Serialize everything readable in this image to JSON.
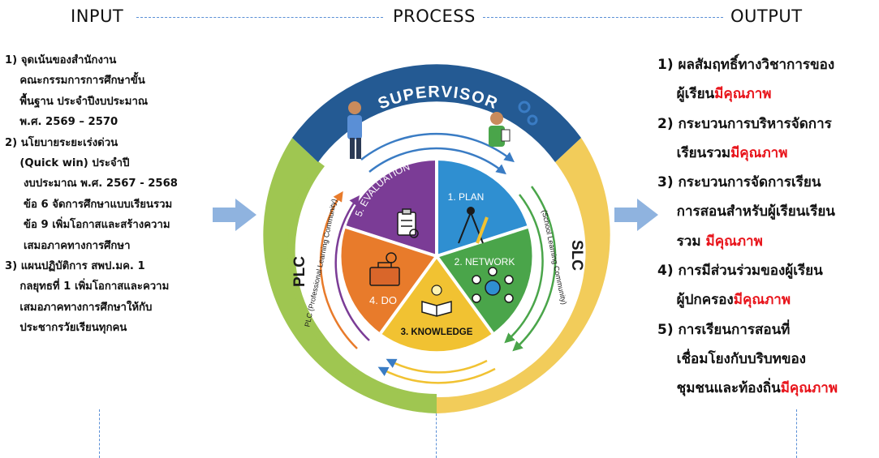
{
  "headers": {
    "input": "INPUT",
    "process": "PROCESS",
    "output": "OUTPUT"
  },
  "input_lines": [
    "1) จุดเน้นของสำนักงาน",
    "    คณะกรรมการการศึกษาขั้น",
    "    พื้นฐาน ประจำปีงบประมาณ",
    "    พ.ศ. 2569 – 2570",
    "2) นโยบายระยะเร่งด่วน",
    "    (Quick win) ประจำปี",
    "     งบประมาณ พ.ศ. 2567 - 2568",
    "     ข้อ 6 จัดการศึกษาแบบเรียนรวม",
    "     ข้อ 9 เพิ่มโอกาสและสร้างความ",
    "     เสมอภาคทางการศึกษา",
    "3) แผนปฏิบัติการ สพป.มค. 1",
    "    กลยุทธที่ 1 เพิ่มโอกาสและความ",
    "    เสมอภาคทางการศึกษาให้กับ",
    "    ประชากรวัยเรียนทุกคน"
  ],
  "output_items": [
    {
      "line1": "1) ผลสัมฤทธิ์ทางวิชาการของ",
      "line2": "    ผู้เรียน",
      "emph": "มีคุณภาพ"
    },
    {
      "line1": "2) กระบวนการบริหารจัดการ",
      "line2": "    เรียนรวม",
      "emph": "มีคุณภาพ"
    },
    {
      "line1": "3) กระบวนการจัดการเรียน",
      "line1b": "    การสอนสำหรับผู้เรียนเรียน",
      "line2": "    รวม ",
      "emph": "มีคุณภาพ"
    },
    {
      "line1": "4) การมีส่วนร่วมของผู้เรียน",
      "line2": "    ผู้ปกครอง",
      "emph": "มีคุณภาพ"
    },
    {
      "line1": "5) การเรียนการสอนที่",
      "line1b": "    เชื่อมโยงกับบริบทของ",
      "line2": "    ชุมชนและท้องถิ่น",
      "emph": "มีคุณภาพ"
    }
  ],
  "ring": {
    "supervisor": "SUPERVISOR",
    "plc_title": "PLC",
    "plc_sub": "PLC (Professional Learning Community)",
    "slc_title": "SLC",
    "slc_sub": "(School Learning Community)"
  },
  "segments": [
    {
      "label": "1. PLAN",
      "color": "#2f8fd1",
      "icon": "compass-pencil-icon"
    },
    {
      "label": "2. NETWORK",
      "color": "#4aa54a",
      "icon": "network-icon"
    },
    {
      "label": "3. KNOWLEDGE",
      "color": "#f1c232",
      "icon": "book-bulb-icon"
    },
    {
      "label": "4. DO",
      "color": "#e87b2b",
      "icon": "toolbox-icon"
    },
    {
      "label": "5. EVALUATION",
      "color": "#7b3c96",
      "icon": "clipboard-check-icon"
    }
  ],
  "colors": {
    "supervisor": "#245a93",
    "plc": "#9fc651",
    "slc": "#f2cc5a",
    "arrow": "#8fb3df",
    "emphasis": "#e8141b"
  }
}
